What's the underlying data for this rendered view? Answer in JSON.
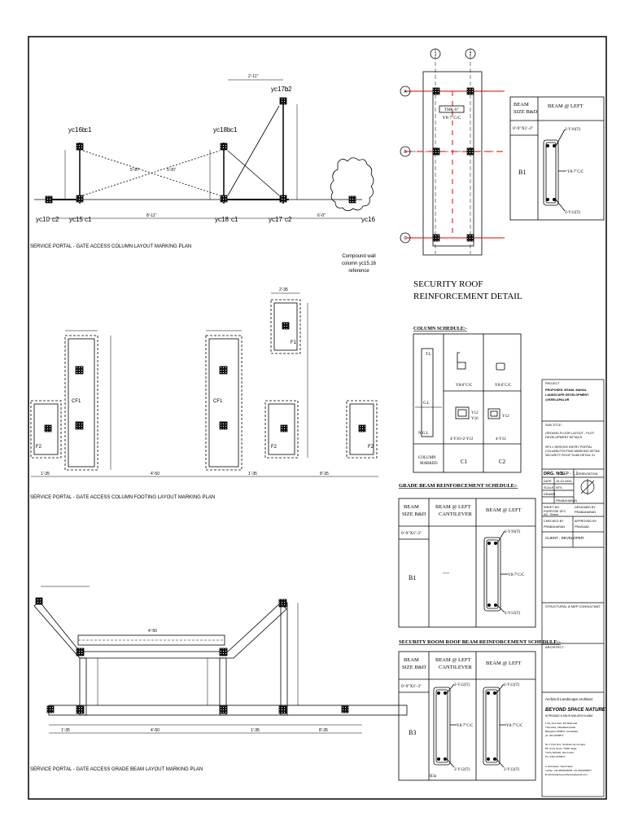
{
  "plans": {
    "column_layout_title": "SERVICE PORTAL - GATE ACCESS COLUMN LAYOUT MARKING PLAN",
    "footing_layout_title": "SERVICE PORTAL - GATE ACCESS COLUMN FOOTING LAYOUT MARKING PLAN",
    "grade_beam_title": "SERVICE PORTAL - GATE ACCESS GRADE BEAM LAYOUT MARKING PLAN",
    "compound_note": "Compound wall\ncolumn yc15,16\nreference"
  },
  "columns": {
    "c1": "c1",
    "c2": "c2",
    "yc10": "yc10",
    "yc15": "yc15",
    "yc16": "yc16",
    "yc16b": "yc16b",
    "yc17": "yc17",
    "yc17b": "yc17b",
    "yc18": "yc18",
    "yc18b": "yc18b"
  },
  "footings": {
    "f1": "F1",
    "f2": "F2",
    "cf1": "CF1"
  },
  "dims": {
    "d1": "6'-0\"",
    "d2": "8'-11\"",
    "d3": "2'-11\"",
    "d4": "6'-0\"",
    "d5": "1'-35",
    "d6": "4'-50",
    "d7": "8'-35",
    "d8": "2'-35",
    "diag": "5'-87"
  },
  "roof": {
    "title_l1": "SECURITY ROOF",
    "title_l2": "REINFORCEMENT DETAIL",
    "tag1": "THK-6\"",
    "tag2": "Y8-7\"C/C",
    "bubble_1": "1",
    "bubble_2": "2",
    "bubble_a": "A",
    "bubble_b": "B",
    "bubble_c": "C"
  },
  "beam_top": {
    "h_size": "BEAM\nSIZE B&D",
    "h_left": "BEAM @ LEFT",
    "size": "0'-9\"X1'-3\"",
    "name": "B1",
    "bar_top": "2-Y16(T)",
    "stirrup": "Y8-7\"C/C",
    "bar_bot": "2-Y12(T)"
  },
  "column_schedule": {
    "title": "COLUMN SCHEDULE:-",
    "tl": "T.L",
    "gl": "G.L",
    "ngl": "N.G.L",
    "c1_tie": "Y8-6\"C/C",
    "c2_tie": "Y8-6\"C/C",
    "c1_bars": "4-Y16+2-Y12",
    "c2_bars": "4-Y12",
    "c1_note": "Y12\nY16",
    "c2_note": "Y12",
    "marked": "COLUMN\nMARKED",
    "c1": "C1",
    "c2": "C2"
  },
  "grade_beam": {
    "title": "GRADE BEAM REINFORCEMENT SCHEDULE:-",
    "h_size": "BEAM\nSIZE B&D",
    "h_cant": "BEAM @ LEFT\nCANTILEVER",
    "h_left": "BEAM @ LEFT",
    "size": "0'-9\"X1'-3\"",
    "name": "B1",
    "cant": "....",
    "bar_top": "2-Y16(T)",
    "stirrup": "Y8-7\"C/C",
    "bar_bot": "2-Y12(T)"
  },
  "roof_beam": {
    "title": "SECURITY ROOM ROOF BEAM REINFORCEMENT SCHEDULE:-",
    "h_size": "BEAM\nSIZE B&D",
    "h_cant": "BEAM @ LEFT\nCANTILEVER",
    "h_left": "BEAM @ LEFT",
    "size": "0'-9\"X1'-3\"",
    "name": "B3",
    "bar_top": "2-Y12(T)",
    "stirrup": "Y8-7\"C/C",
    "bar_bot": "2-Y12(T)",
    "tag": "B3a"
  },
  "title_block": {
    "project_h": "PROJECT",
    "project": "PROPOSED VISHAL MAHAL\nLANDSCAPE DEVELOPMENT\n@KEELAPALUR",
    "subtitle_h": "SUB-TITLE :",
    "subtitle1": "GROUND FLOOR LAYOUT - PLOT\nDEVELOPMENT DETAILS",
    "subtitle2": "SP1.1 SERVICE ENTRY PORTAL\nCOLUMN FOOTING MARKING DETAIL\nSECURITY ROOF SLAB DETAIL 01",
    "drg_label": "DRG. NO.",
    "drg_no": "SEP - 1.1",
    "orientation": "ORIENTATION",
    "date_l": "DATE",
    "date_v": "19-10-2024",
    "scale_l": "SCALE",
    "scale_v": "NTS",
    "drawn_l": "DRAWN",
    "drawn_v": "PRABAHARAN",
    "sheet_l": "SHEET NO",
    "purpose_l": "PURPOSE  DFC",
    "size_l": "A3 - Sheet",
    "designed_l": "DESIGNED BY",
    "designed_v": "PRABAHARAN",
    "checked_l": "CHECKED BY",
    "checked_v": "PRABAHARAN",
    "approved_l": "APPROVED BY",
    "approved_v": "PRASAAD",
    "client": "CLIENT :  DEVELOPER:",
    "consultant": "STRUCTURAL & MEP CONSULTANT",
    "architect": "ARCHITECT :",
    "landscape": "Archiscil Landscape Architect",
    "firm": "BEYOND SPACE NATURE",
    "firm_sub": "M.PRASAD & ANUS MALARCHLANM",
    "address": "1-54, First floor, 4th Mainroad\nThiruvasa, Villivakkampettai\nBangalore 560037, Karnataka\nph: 043-6248877",
    "address2": "No.7 First floor, Santhamma complex\n5th cross street, Thillai nagar,\nTrichy 620018, Tamil nadu\nPh: 0431-2766877",
    "contact": "C.Srinivasan, Tamil Nadu\nmobile: +91-9840946946 +91-9444238877\nEmail:designbeyondspace@gmail.com"
  }
}
